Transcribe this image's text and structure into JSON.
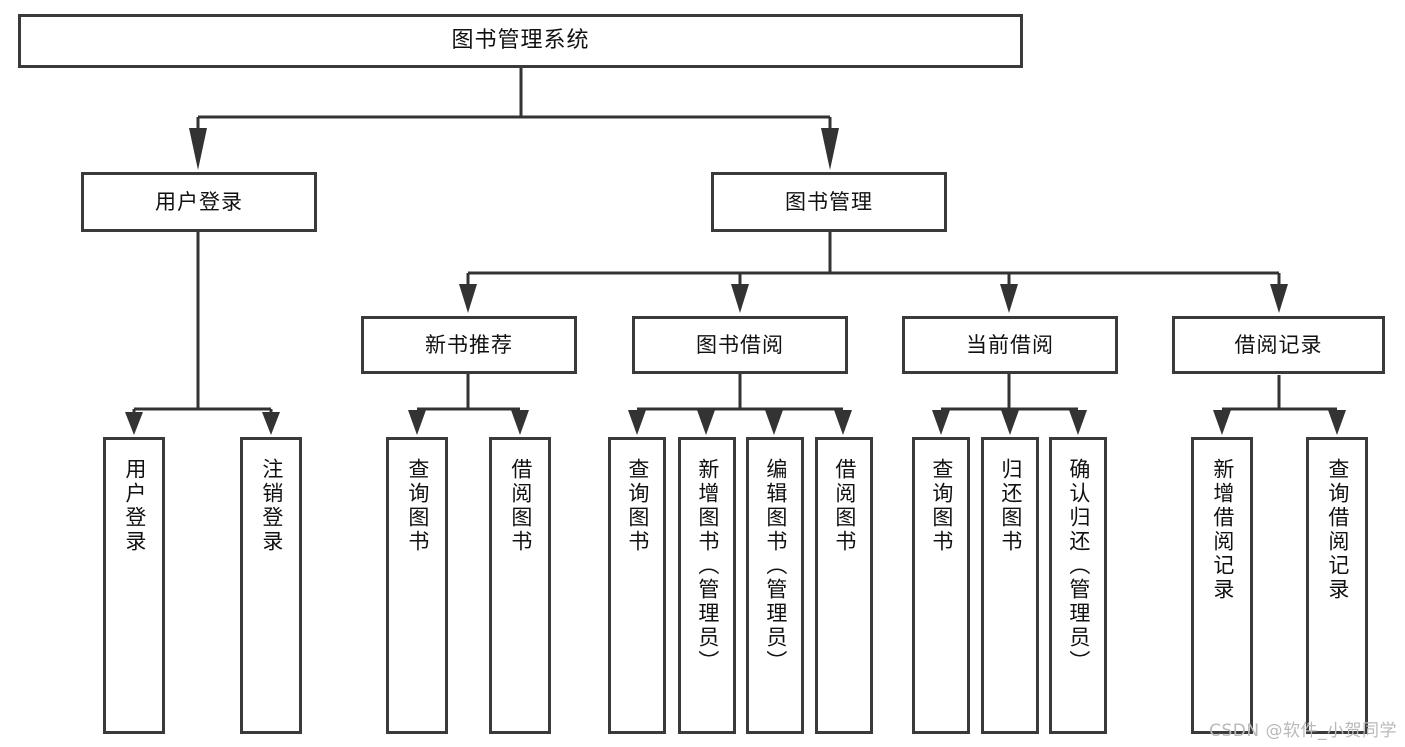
{
  "diagram": {
    "type": "tree",
    "title": "图书管理系统",
    "orientation": "top-down",
    "colors": {
      "box_border": "#3a3a3a",
      "box_fill": "#ffffff",
      "connector": "#333333",
      "text": "#111111",
      "watermark": "#b9b9b9"
    },
    "levels": {
      "root": "图书管理系统",
      "level2": [
        "用户登录",
        "图书管理"
      ],
      "level3": [
        "新书推荐",
        "图书借阅",
        "当前借阅",
        "借阅记录"
      ]
    }
  },
  "nodes": {
    "root": {
      "label": "图书管理系统"
    },
    "user_login": {
      "label": "用户登录"
    },
    "book_manage": {
      "label": "图书管理"
    },
    "new_book_rec": {
      "label": "新书推荐"
    },
    "book_borrow": {
      "label": "图书借阅"
    },
    "current_borrow": {
      "label": "当前借阅"
    },
    "borrow_record": {
      "label": "借阅记录"
    },
    "leaf_user_login": {
      "label": "用户登录"
    },
    "leaf_logout": {
      "label": "注销登录"
    },
    "leaf_query_book_1": {
      "label": "查询图书"
    },
    "leaf_borrow_book_1": {
      "label": "借阅图书"
    },
    "leaf_query_book_2": {
      "label": "查询图书"
    },
    "leaf_add_book": {
      "label": "新增图书（管理员）"
    },
    "leaf_edit_book": {
      "label": "编辑图书（管理员）"
    },
    "leaf_borrow_book_2": {
      "label": "借阅图书"
    },
    "leaf_query_book_3": {
      "label": "查询图书"
    },
    "leaf_return_book": {
      "label": "归还图书"
    },
    "leaf_confirm_return": {
      "label": "确认归还（管理员）"
    },
    "leaf_add_record": {
      "label": "新增借阅记录"
    },
    "leaf_query_record": {
      "label": "查询借阅记录"
    }
  },
  "edges": [
    {
      "from": "root",
      "to": "user_login"
    },
    {
      "from": "root",
      "to": "book_manage"
    },
    {
      "from": "user_login",
      "to": "leaf_user_login"
    },
    {
      "from": "user_login",
      "to": "leaf_logout"
    },
    {
      "from": "book_manage",
      "to": "new_book_rec"
    },
    {
      "from": "book_manage",
      "to": "book_borrow"
    },
    {
      "from": "book_manage",
      "to": "current_borrow"
    },
    {
      "from": "book_manage",
      "to": "borrow_record"
    },
    {
      "from": "new_book_rec",
      "to": "leaf_query_book_1"
    },
    {
      "from": "new_book_rec",
      "to": "leaf_borrow_book_1"
    },
    {
      "from": "book_borrow",
      "to": "leaf_query_book_2"
    },
    {
      "from": "book_borrow",
      "to": "leaf_add_book"
    },
    {
      "from": "book_borrow",
      "to": "leaf_edit_book"
    },
    {
      "from": "book_borrow",
      "to": "leaf_borrow_book_2"
    },
    {
      "from": "current_borrow",
      "to": "leaf_query_book_3"
    },
    {
      "from": "current_borrow",
      "to": "leaf_return_book"
    },
    {
      "from": "current_borrow",
      "to": "leaf_confirm_return"
    },
    {
      "from": "borrow_record",
      "to": "leaf_add_record"
    },
    {
      "from": "borrow_record",
      "to": "leaf_query_record"
    }
  ],
  "watermark": {
    "text": "CSDN @软件_小贺同学"
  }
}
